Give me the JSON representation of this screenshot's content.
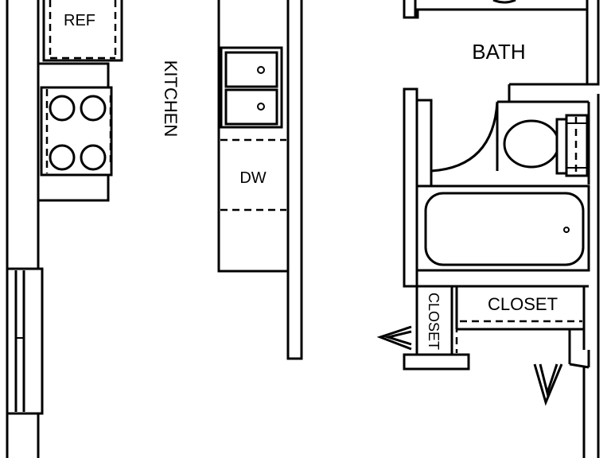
{
  "rooms": {
    "kitchen": "KITCHEN",
    "bath": "BATH",
    "ref": "REF",
    "dw": "DW",
    "closet_small": "CLOSET",
    "closet_large": "CLOSET"
  },
  "colors": {
    "ink": "#000000",
    "paper": "#ffffff"
  }
}
